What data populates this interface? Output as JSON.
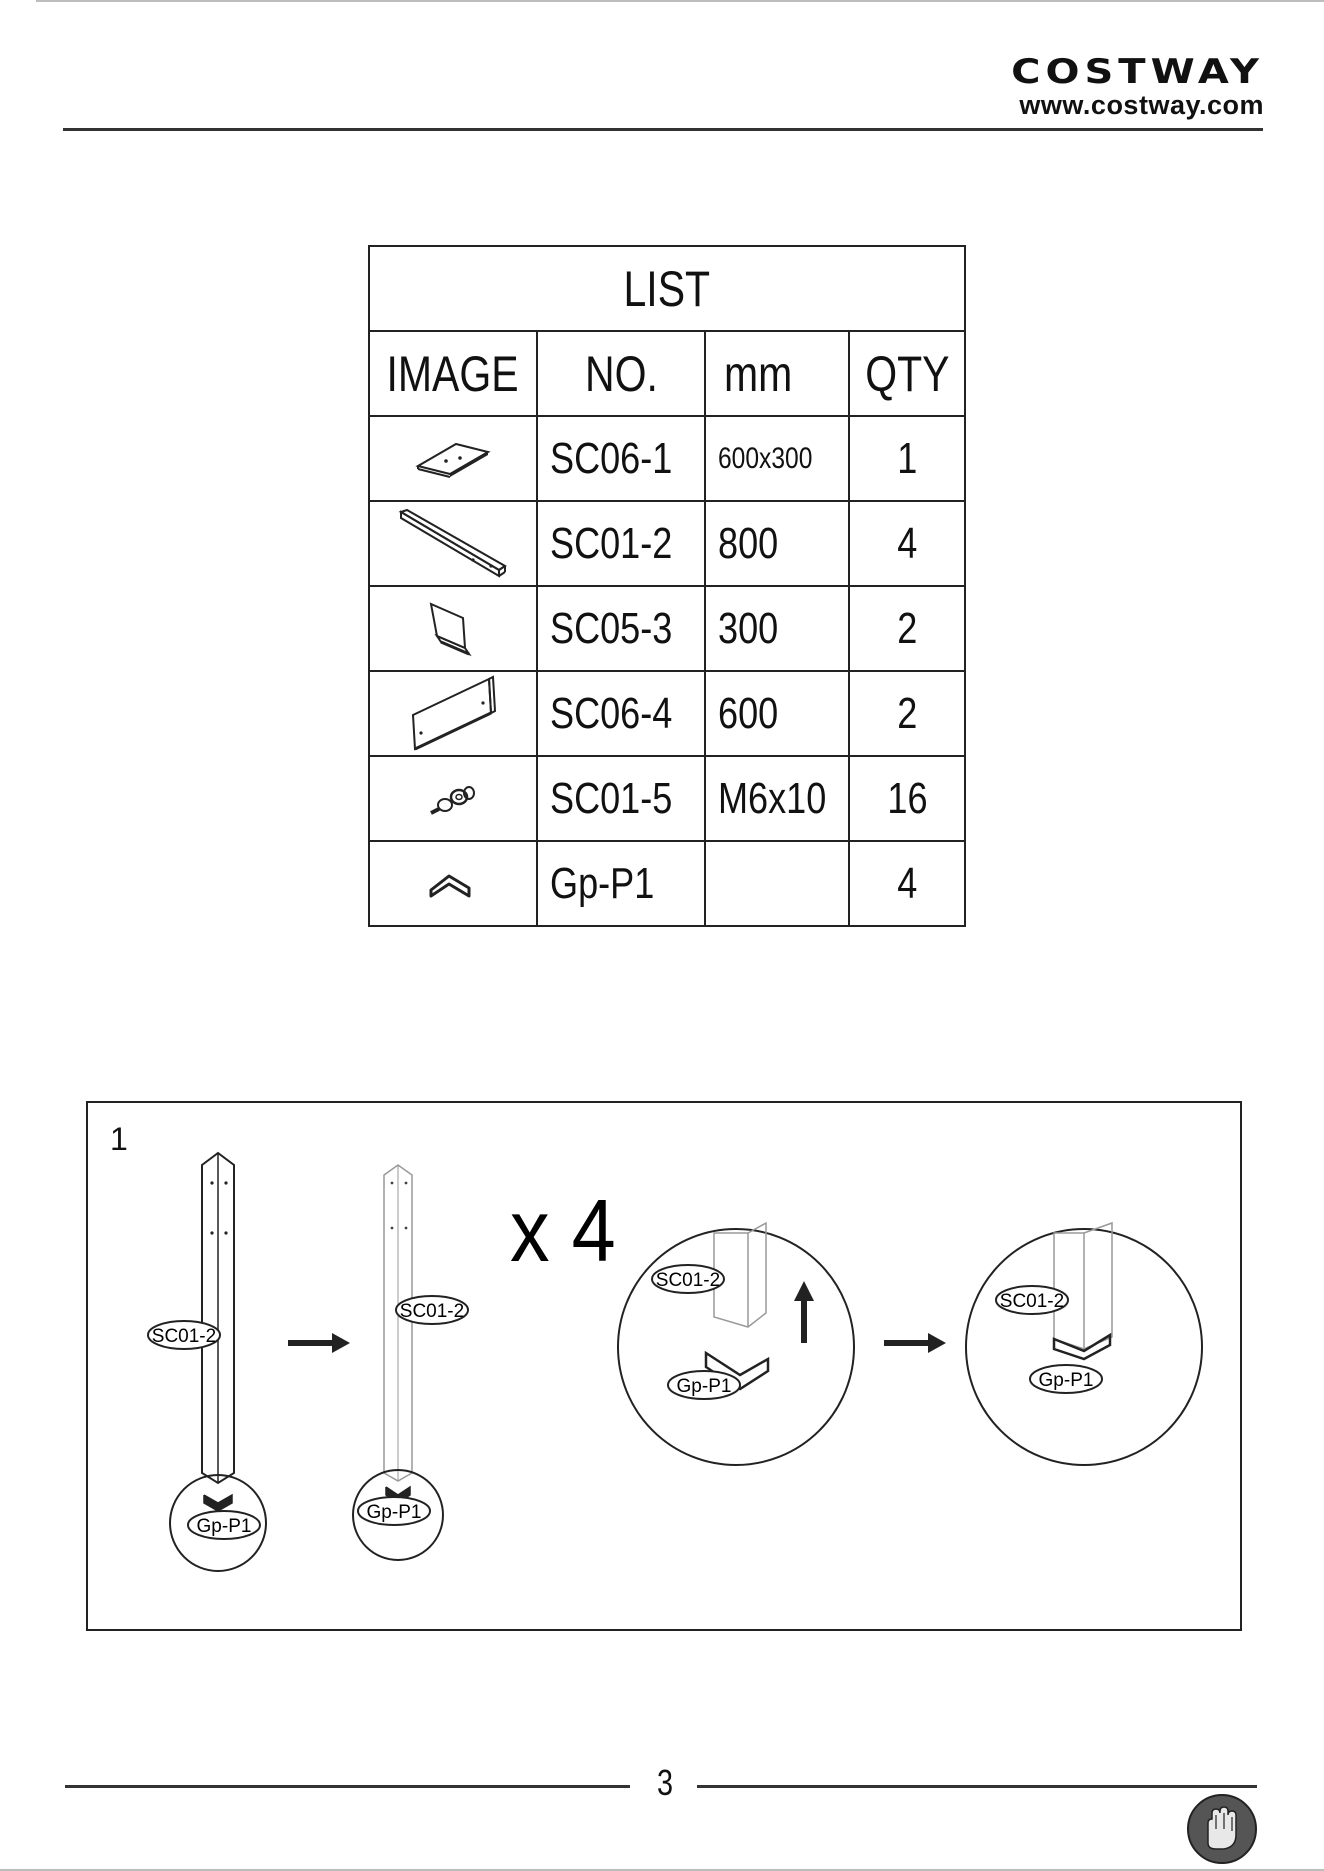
{
  "brand": {
    "name": "COSTWAY",
    "url": "www.costway.com"
  },
  "table": {
    "title": "LIST",
    "headers": [
      "IMAGE",
      "NO.",
      "mm",
      "QTY"
    ],
    "rows": [
      {
        "icon": "panel-icon",
        "no": "SC06-1",
        "mm": "600x300",
        "qty": "1"
      },
      {
        "icon": "long-bar-icon",
        "no": "SC01-2",
        "mm": "800",
        "qty": "4"
      },
      {
        "icon": "short-bracket-icon",
        "no": "SC05-3",
        "mm": "300",
        "qty": "2"
      },
      {
        "icon": "side-bracket-icon",
        "no": "SC06-4",
        "mm": "600",
        "qty": "2"
      },
      {
        "icon": "screw-icon",
        "no": "SC01-5",
        "mm": "M6x10",
        "qty": "16"
      },
      {
        "icon": "foot-cap-icon",
        "no": "Gp-P1",
        "mm": "",
        "qty": "4"
      }
    ]
  },
  "step": {
    "number": "1",
    "multiplier": "x 4",
    "labels": {
      "post": "SC01-2",
      "foot": "Gp-P1"
    }
  },
  "footer": {
    "page": "3",
    "icon": "glove-icon"
  }
}
